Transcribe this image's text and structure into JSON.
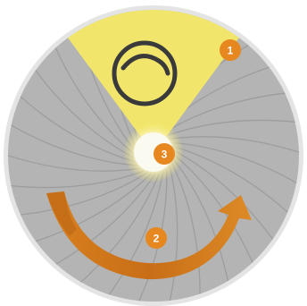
{
  "colors": {
    "disc": "#b4b4b4",
    "disc_border": "#e6e6e6",
    "spoke": "#9d9d9d",
    "beam": "#f1e66b",
    "dial": "#3a3a3a",
    "hub": "#fbfaf0",
    "hub_glow": "#fff6c0",
    "badge": "#e7871f",
    "arrow": "#d9801f",
    "arrow_shade": "#b86214"
  },
  "icons": {
    "dial": "gauge-dial-icon",
    "rotation": "curved-arrow-icon"
  },
  "markers": [
    {
      "id": "1",
      "label": "1"
    },
    {
      "id": "2",
      "label": "2"
    },
    {
      "id": "3",
      "label": "3"
    }
  ]
}
